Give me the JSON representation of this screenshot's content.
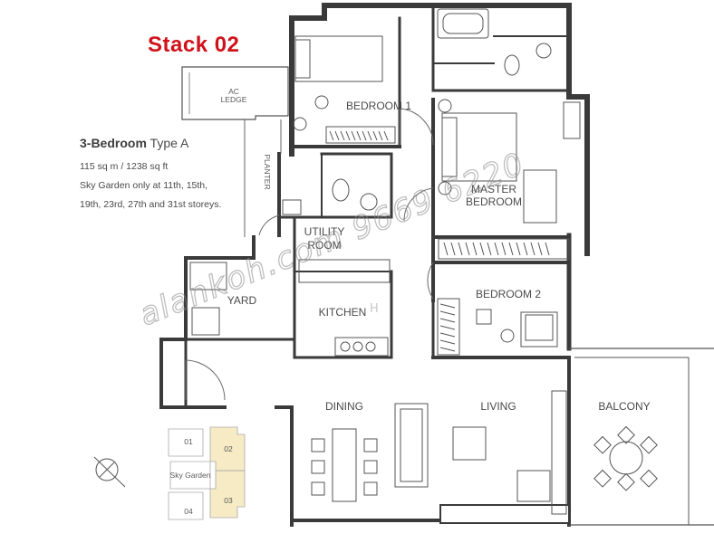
{
  "stack_title": "Stack 02",
  "info": {
    "bedrooms": "3-Bedroom",
    "type": "Type A",
    "area": "115 sq m / 1238 sq ft",
    "sky_garden_line1": "Sky Garden only at 11th, 15th,",
    "sky_garden_line2": "19th, 23rd, 27th and 31st storeys."
  },
  "rooms": {
    "ac_ledge_1": "AC",
    "ac_ledge_2": "LEDGE",
    "planter": "PLANTER",
    "bedroom1": "BEDROOM 1",
    "master_1": "MASTER",
    "master_2": "BEDROOM",
    "utility_1": "UTILITY",
    "utility_2": "ROOM",
    "yard": "YARD",
    "kitchen": "KITCHEN",
    "bedroom2": "BEDROOM 2",
    "dining": "DINING",
    "living": "LIVING",
    "balcony": "BALCONY"
  },
  "key_plan": {
    "unit01": "01",
    "unit02": "02",
    "unit03": "03",
    "unit04": "04",
    "sky_garden": "Sky Garden",
    "highlight_color": "#f6ebc4"
  },
  "watermark": "alankoh.com 9669 6220"
}
